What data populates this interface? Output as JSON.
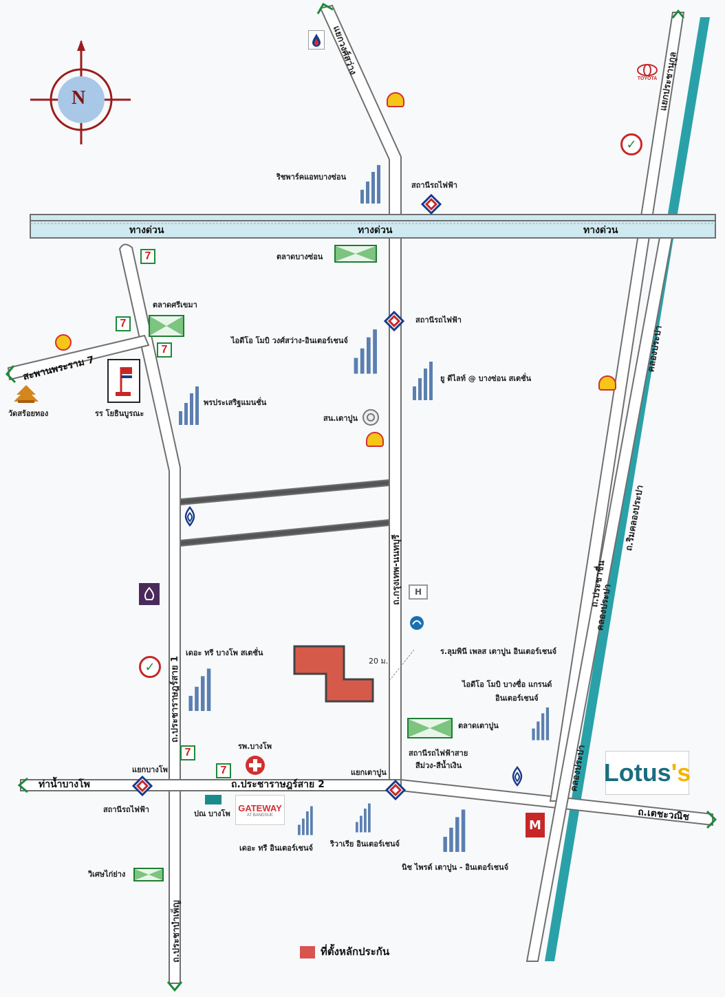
{
  "compass": {
    "label": "N"
  },
  "roads": {
    "expressway_1": "ทางด่วน",
    "expressway_2": "ทางด่วน",
    "expressway_3": "ทางด่วน",
    "bang_kruai_junction": "แยกวงศ์สว่าง",
    "pracha_upathum_junction": "แยกประชานุกูล",
    "rama7_bridge": "สะพานพระราม 7",
    "tha_nam_bang_pho": "ท่าน้ำบางโพ",
    "pracharat_sai2": "ถ.ประชาราษฎร์สาย 2",
    "thetsaban_songkhro": "ถ.เตชะวณิช",
    "krungthep_nonthaburi": "ถ.กรุงเทพ-นนทบุรี",
    "pracharat_sai1": "ถ.ประชาราษฎร์สาย 1",
    "pracha_chuen": "ถ.ประชาชื่น",
    "rim_khlong_prapa": "ถ.ริมคลองประปา",
    "khlong_prapa_1": "คลองประปา",
    "khlong_prapa_2": "คลองประปา",
    "khlong_prapa_3": "คลองประปา",
    "pracharat_bamphen": "ถ.ประชาบำเพ็ญ",
    "junction_bang_pho": "แยกบางโพ",
    "junction_tao_poon": "แยกเตาปูน"
  },
  "places": {
    "chic_park": "ริชพาร์คแอทบางซ่อน",
    "mrt_station_top": "สถานีรถไฟฟ้า",
    "mrt_station_mid": "สถานีรถไฟฟ้า",
    "mrt_station_left": "สถานีรถไฟฟ้า",
    "bang_son_market": "ตลาดบางซ่อน",
    "si_yaek_market": "ตลาดศรีเขมา",
    "ideo_mobi": "ไอดีโอ โมบิ วงศ์สว่าง-อินเตอร์เชนจ์",
    "u_delight": "ยู ดีไลท์ @ บางซ่อน สเตชั่น",
    "phon_prasert": "พรประเสริฐแมนชั่น",
    "wat_soi_thong": "วัดสร้อยทอง",
    "yothin_burana": "รร โยธินบูรณะ",
    "tao_poon_substation": "สน.เตาปูน",
    "the_tree_bangpho": "เดอะ ทรี บางโพ สเตชั่น",
    "lumpini_place": "ร.ลุมพินี เพลส เตาปูน อินเตอร์เชนจ์",
    "distance": "20 ม.",
    "ideo_mobi_grand": "ไอดีโอ โมบิ บางซื่อ แกรนด์",
    "ideo_mobi_grand_2": "อินเตอร์เชนจ์",
    "tao_poon_market": "ตลาดเตาปูน",
    "purple_station": "สถานีรถไฟฟ้าสาย",
    "purple_station_2": "สีม่วง-สีน้ำเงิน",
    "bang_pho_hospital": "รพ.บางโพ",
    "post_office": "ปณ บางโพ",
    "gateway": "GATEWAY",
    "gateway_sub": "AT BANGSUE",
    "the_tree_interchange": "เดอะ ทรี อินเตอร์เชนจ์",
    "rivaria": "ริวาเรีย อินเตอร์เชนจ์",
    "niche_pride": "นิช ไพรด์ เตาปูน - อินเตอร์เชนจ์",
    "wisen_kaiyang": "วิเศษไก่ย่าง",
    "toyota": "TOYOTA",
    "lotus_main": "Lotus",
    "lotus_apos": "'s"
  },
  "legend": {
    "collateral_label": "ที่ตั้งหลักประกัน",
    "collateral_color": "#d9534f"
  },
  "colors": {
    "road_outline": "#6f6f6f",
    "expressway_fill": "#cfe9f1",
    "canal": "#2aa1a8",
    "lot": "#d65a4a"
  }
}
